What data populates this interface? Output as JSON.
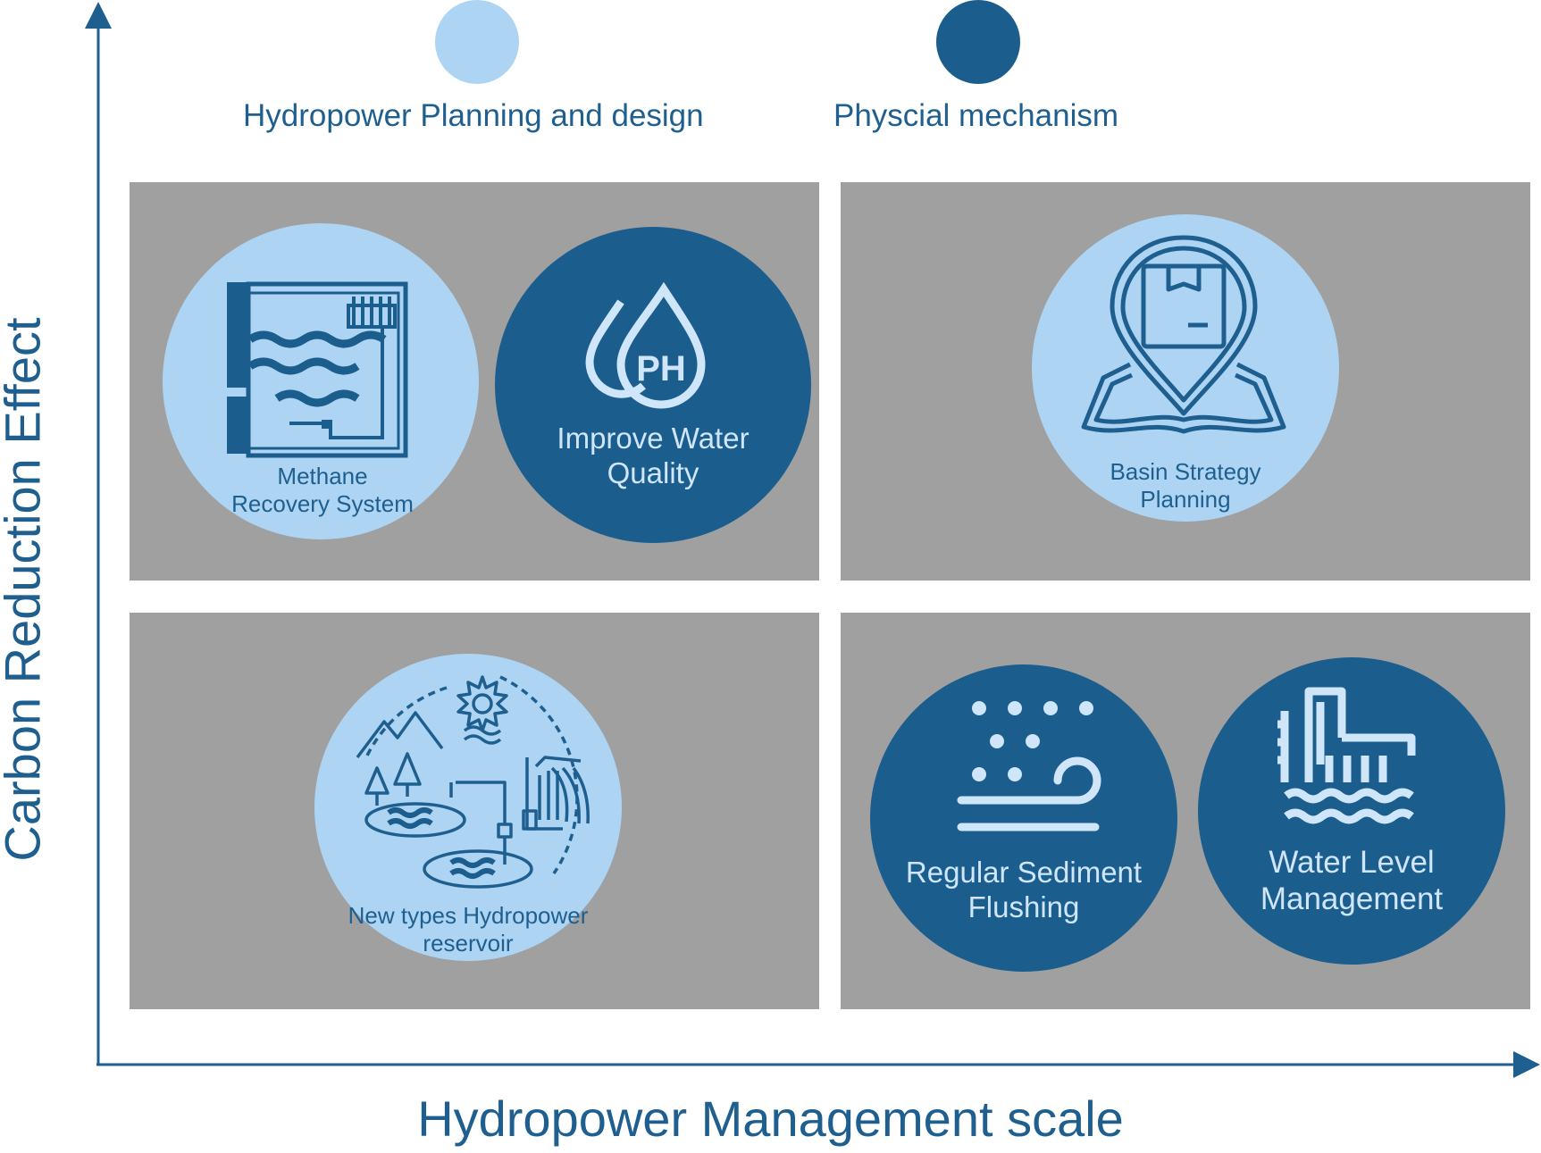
{
  "legend": [
    {
      "label": "Hydropower Planning and design",
      "color": "#aed4f3"
    },
    {
      "label": "Physcial mechanism",
      "color": "#1b5d8d"
    }
  ],
  "axes": {
    "x_title": "Hydropower Management scale",
    "y_title": "Carbon Reduction Effect"
  },
  "colors": {
    "quadrant_bg": "#a0a0a0",
    "light_circle": "#aed4f3",
    "dark_circle": "#1b5d8d",
    "text_blue": "#1e5f8f"
  },
  "items": {
    "methane": {
      "line1": "Methane",
      "line2": "Recovery System",
      "category": "Hydropower Planning and design",
      "icon": "reservoir-tank-icon"
    },
    "water_quality": {
      "line1": "Improve Water",
      "line2": "Quality",
      "category": "Physcial mechanism",
      "icon": "ph-drops-icon"
    },
    "basin": {
      "line1": "Basin Strategy",
      "line2": "Planning",
      "category": "Hydropower Planning and design",
      "icon": "location-pin-box-icon"
    },
    "new_reservoir": {
      "line1": "New types Hydropower",
      "line2": "reservoir",
      "category": "Hydropower Planning and design",
      "icon": "landscape-dam-icon"
    },
    "sediment": {
      "line1": "Regular Sediment",
      "line2": "Flushing",
      "category": "Physcial mechanism",
      "icon": "sediment-wind-icon"
    },
    "water_level": {
      "line1": "Water Level",
      "line2": "Management",
      "category": "Physcial mechanism",
      "icon": "dam-water-level-icon"
    }
  }
}
